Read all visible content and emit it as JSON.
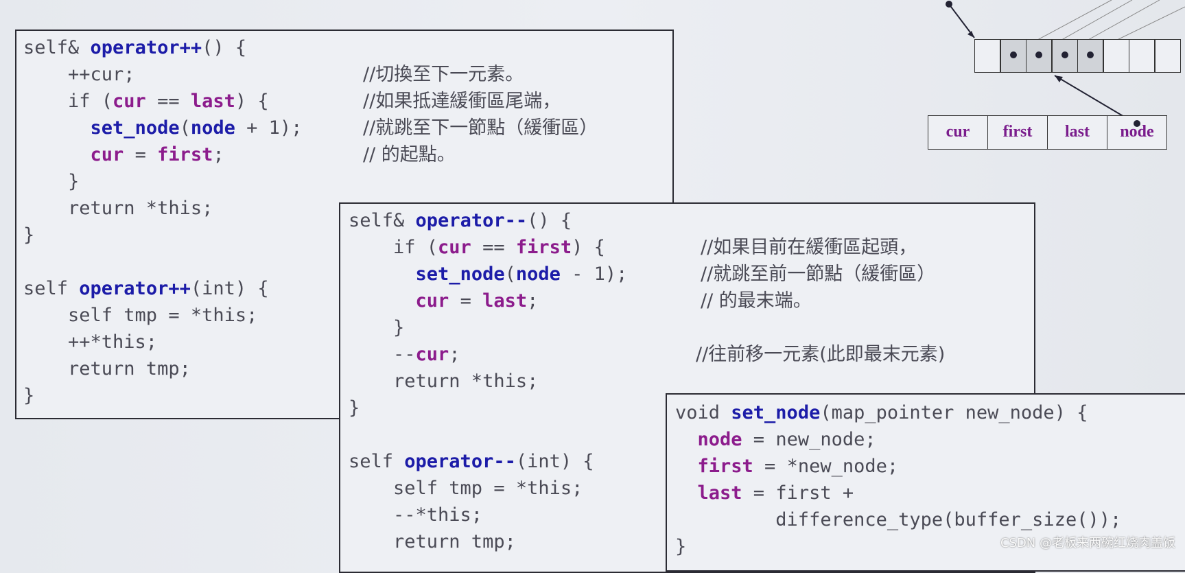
{
  "panel1": {
    "lines": [
      [
        "self& ",
        "operator++",
        "() {"
      ],
      [
        "    ++cur;"
      ],
      [
        "    if (",
        "cur",
        " == ",
        "last",
        ") {"
      ],
      [
        "      ",
        "set_node",
        "(",
        "node",
        " + 1);"
      ],
      [
        "      ",
        "cur",
        " = ",
        "first",
        ";"
      ],
      [
        "    }"
      ],
      [
        "    return *this;"
      ],
      [
        "}"
      ],
      [
        ""
      ],
      [
        "self ",
        "operator++",
        "(int) {"
      ],
      [
        "    self tmp = *this;"
      ],
      [
        "    ++*this;"
      ],
      [
        "    return tmp;"
      ],
      [
        "}"
      ]
    ],
    "comments": [
      "//切換至下一元素。",
      "//如果抵達緩衝區尾端，",
      "//就跳至下一節點（緩衝區）",
      "// 的起點。"
    ]
  },
  "panel2": {
    "lines": [
      [
        "self& ",
        "operator--",
        "() {"
      ],
      [
        "    if (",
        "cur",
        " == ",
        "first",
        ") {"
      ],
      [
        "      ",
        "set_node",
        "(",
        "node",
        " - 1);"
      ],
      [
        "      ",
        "cur",
        " = ",
        "last",
        ";"
      ],
      [
        "    }"
      ],
      [
        "    --",
        "cur",
        ";"
      ],
      [
        "    return *this;"
      ],
      [
        "}"
      ],
      [
        ""
      ],
      [
        "self ",
        "operator--",
        "(int) {"
      ],
      [
        "    self tmp = *this;"
      ],
      [
        "    --*this;"
      ],
      [
        "    return tmp;"
      ]
    ],
    "comments": [
      "//如果目前在緩衝區起頭，",
      "//就跳至前一節點（緩衝區）",
      "// 的最末端。",
      "//往前移一元素(此即最末元素)"
    ]
  },
  "panel3": {
    "lines": [
      [
        "void ",
        "set_node",
        "(map_pointer new_node) {"
      ],
      [
        "  ",
        "node",
        " = new_node;"
      ],
      [
        "  ",
        "first",
        " = *new_node;"
      ],
      [
        "  ",
        "last",
        " = first +"
      ],
      [
        "         difference_type(buffer_size());"
      ],
      [
        "}"
      ]
    ]
  },
  "diagram": {
    "labels": [
      "cur",
      "first",
      "last",
      "node"
    ],
    "buffer_cells": 8
  },
  "watermark": "CSDN @老板来两碗红烧肉盖饭"
}
